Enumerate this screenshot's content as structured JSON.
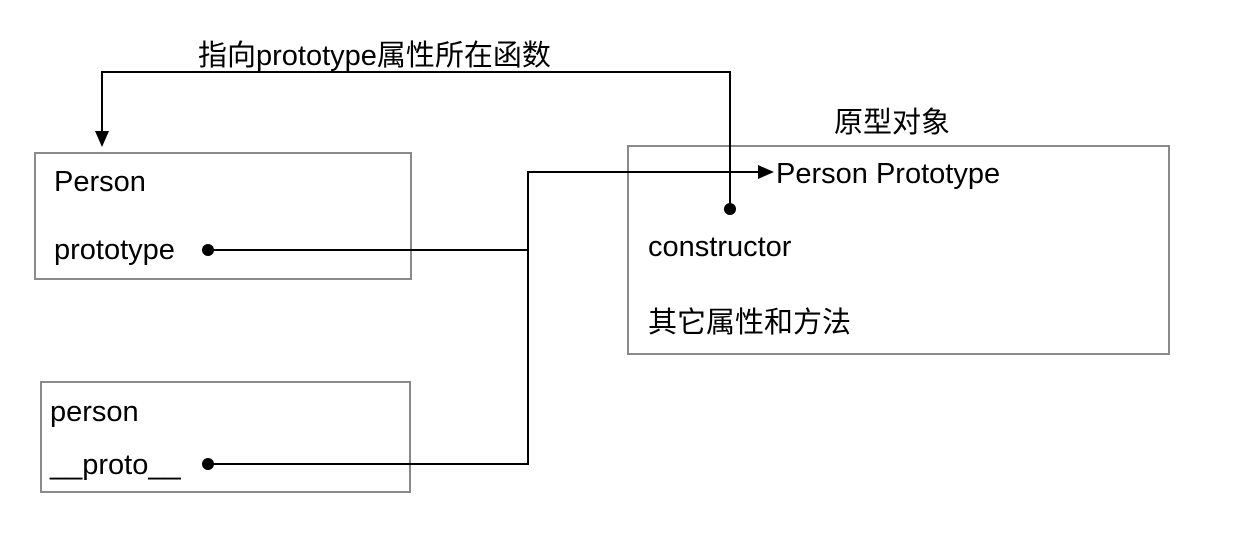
{
  "top_label": "指向prototype属性所在函数",
  "prototype_object_title": "原型对象",
  "person_function": {
    "title": "Person",
    "property": "prototype"
  },
  "person_instance": {
    "title": "person",
    "property": "__proto__"
  },
  "person_prototype": {
    "title": "Person Prototype",
    "property_constructor": "constructor",
    "property_other": "其它属性和方法"
  }
}
